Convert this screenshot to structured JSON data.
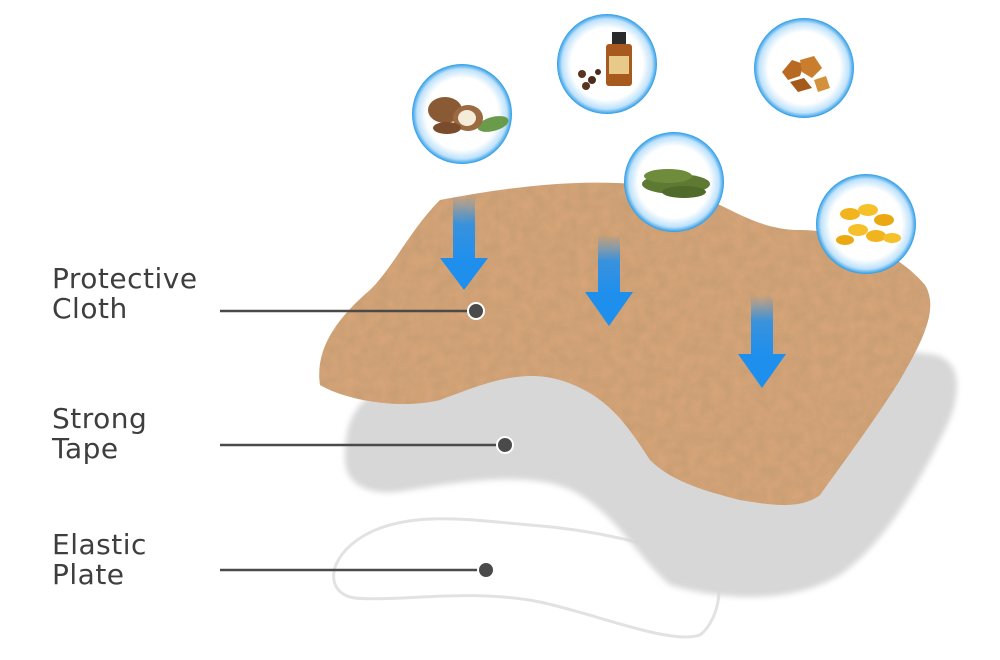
{
  "layers": [
    {
      "line1": "Protective",
      "line2": "Cloth"
    },
    {
      "line1": "Strong",
      "line2": "Tape"
    },
    {
      "line1": "Elastic",
      "line2": "Plate"
    }
  ],
  "ingredient_bubbles": [
    {
      "icon": "shea-nut-icon"
    },
    {
      "icon": "clove-oil-bottle-icon"
    },
    {
      "icon": "resin-crystals-icon"
    },
    {
      "icon": "thyme-herb-icon"
    },
    {
      "icon": "vitamin-e-capsules-icon"
    }
  ],
  "colors": {
    "cloth": "#d9a679",
    "tape": "#d7d7d7",
    "plate_outline": "#e2e2e2",
    "arrow": "#1f8fee",
    "bubble_rim": "#2b9be6",
    "label_text": "#3e3e3e",
    "leader_line": "#4a4a4a"
  }
}
